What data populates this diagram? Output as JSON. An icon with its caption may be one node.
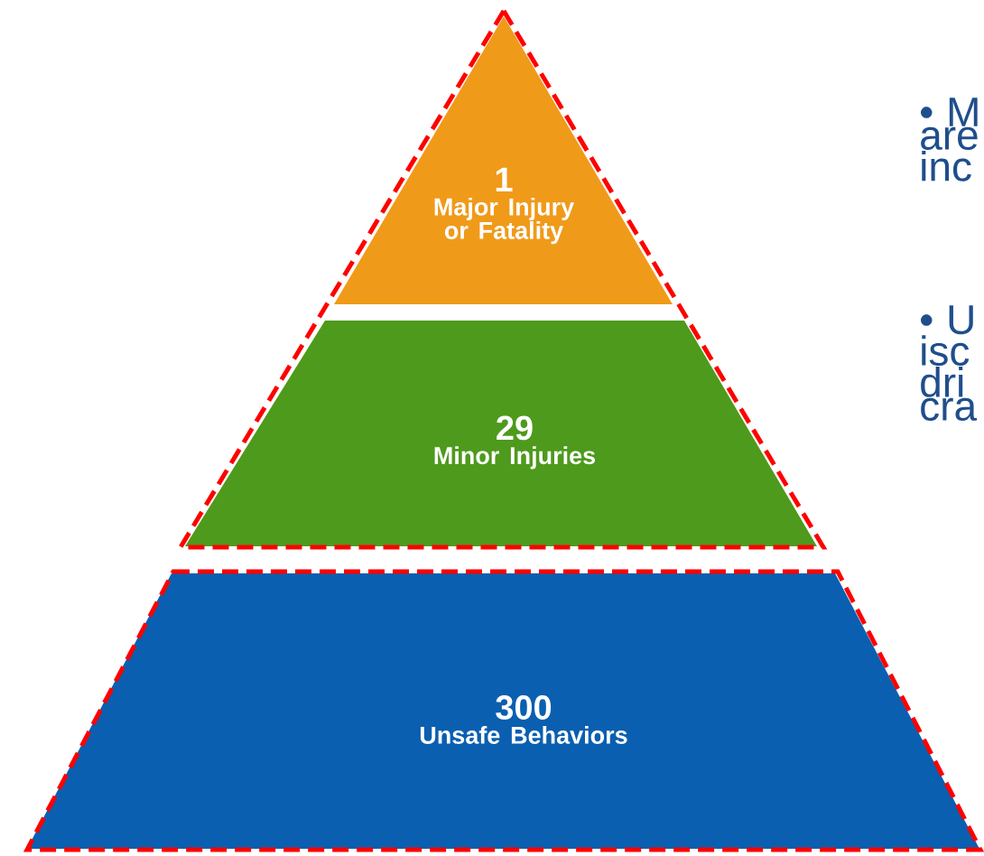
{
  "diagram": {
    "nodes": [
      {
        "text": [
          "1",
          "Major Injury or Fatality"
        ]
      },
      {
        "text": [
          "29",
          "Minor Injuries"
        ]
      },
      {
        "text": [
          "300",
          "Unsafe Behaviors"
        ]
      }
    ],
    "labels": [
      "• M are inc",
      "• U isc dri cra"
    ]
  }
}
